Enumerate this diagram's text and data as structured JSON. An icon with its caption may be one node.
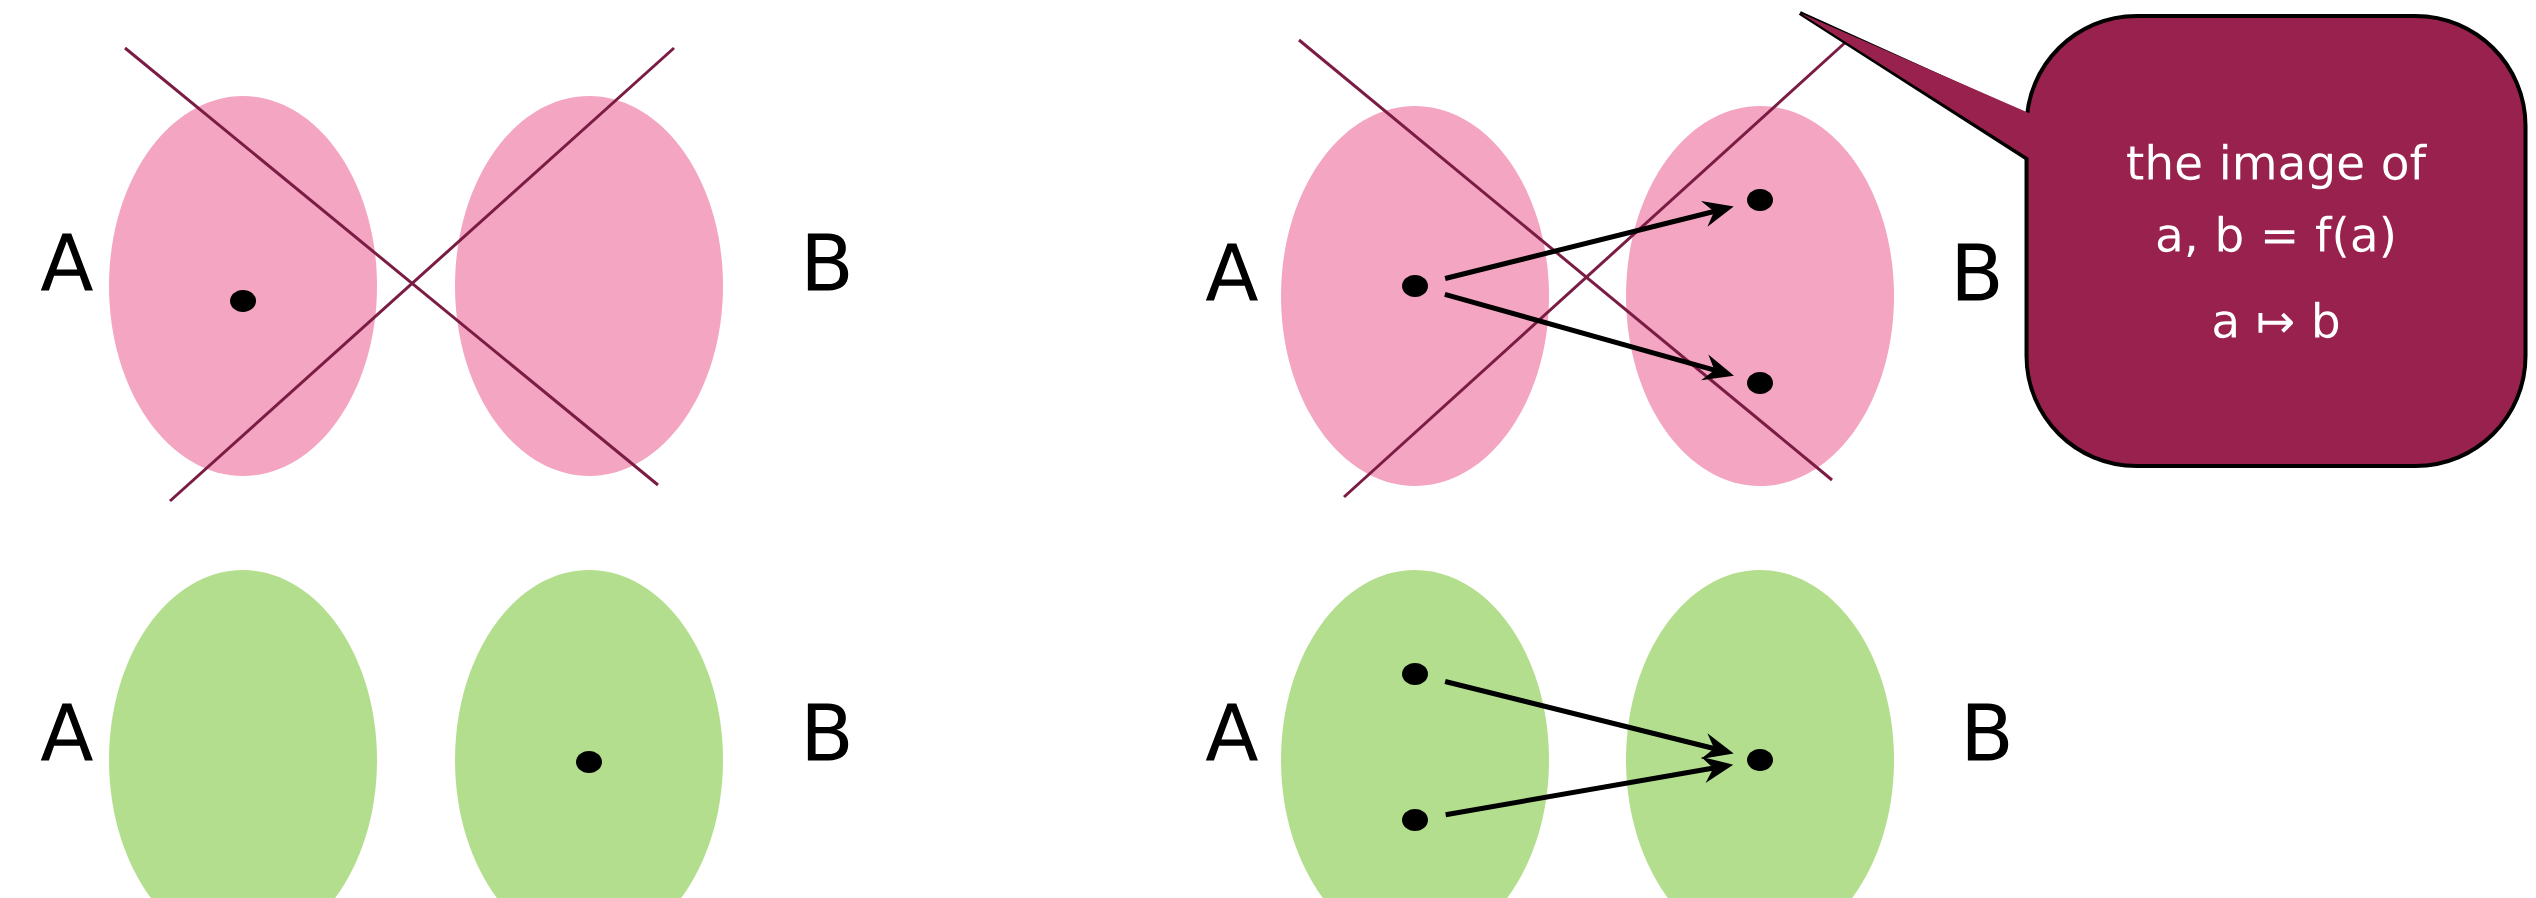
{
  "diagram": {
    "nodes": [
      {
        "text": [],
        "shape": "ellipse",
        "beside": [
          "A"
        ]
      },
      {
        "text": [],
        "shape": "dot",
        "in": 0
      },
      {
        "text": [],
        "shape": "ellipse",
        "beside": [
          "B"
        ]
      },
      {
        "text": [],
        "shape": "ellipse",
        "beside": [
          "A"
        ]
      },
      {
        "text": [],
        "shape": "dot",
        "in": 3
      },
      {
        "text": [],
        "shape": "ellipse",
        "beside": [
          "B"
        ]
      },
      {
        "text": [],
        "shape": "dot",
        "in": 5
      },
      {
        "text": [],
        "shape": "dot",
        "in": 5
      },
      {
        "text": [
          "the image of a, b = f(a)",
          "a ↦ b"
        ]
      },
      {
        "text": [],
        "shape": "ellipse",
        "beside": [
          "A"
        ]
      },
      {
        "text": [],
        "shape": "ellipse",
        "beside": [
          "B"
        ]
      },
      {
        "text": [],
        "shape": "dot",
        "in": 10
      },
      {
        "text": [],
        "shape": "ellipse",
        "beside": [
          "A"
        ]
      },
      {
        "text": [],
        "shape": "dot",
        "in": 12
      },
      {
        "text": [],
        "shape": "dot",
        "in": 12
      },
      {
        "text": [],
        "shape": "ellipse",
        "beside": [
          "B"
        ]
      },
      {
        "text": [],
        "shape": "dot",
        "in": 15
      }
    ],
    "edges": [
      {
        "from": 4,
        "to": 6,
        "arrow": "to"
      },
      {
        "from": 4,
        "to": 7,
        "arrow": "to"
      },
      {
        "from": 13,
        "to": 16,
        "arrow": "to"
      },
      {
        "from": 14,
        "to": 16,
        "arrow": "to"
      }
    ]
  }
}
